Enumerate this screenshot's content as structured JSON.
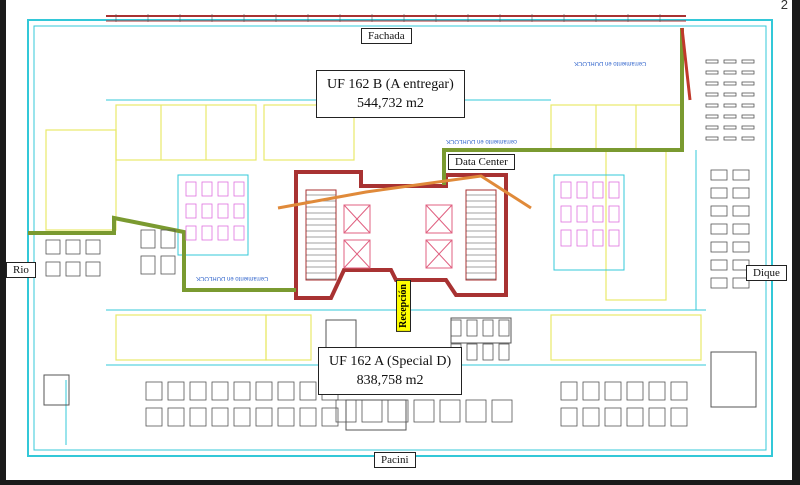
{
  "page_number": "2",
  "labels": {
    "fachada": "Fachada",
    "data_center": "Data Center",
    "rio": "Rio",
    "dique": "Dique",
    "pacini": "Pacini",
    "recepcion": "Recepción"
  },
  "uf_b": {
    "title": "UF 162 B (A entregar)",
    "area": "544,732 m2"
  },
  "uf_a": {
    "title": "UF 162 A (Special D)",
    "area": "838,758 m2"
  },
  "annotations": {
    "cerramiento_1": "Cerramiento en DURLOCK",
    "cerramiento_2": "cerramiento en DURLOCK",
    "cerramiento_3": "Cerramiento en DURLOCK"
  },
  "colors": {
    "walls_cyan": "#33c8d8",
    "partitions_yellow": "#e8e86a",
    "core_red": "#a83232",
    "route_green": "#7a9a30",
    "route_orange": "#e08a3a",
    "furniture_pink": "#e070e0",
    "furniture_gray": "#555555"
  }
}
